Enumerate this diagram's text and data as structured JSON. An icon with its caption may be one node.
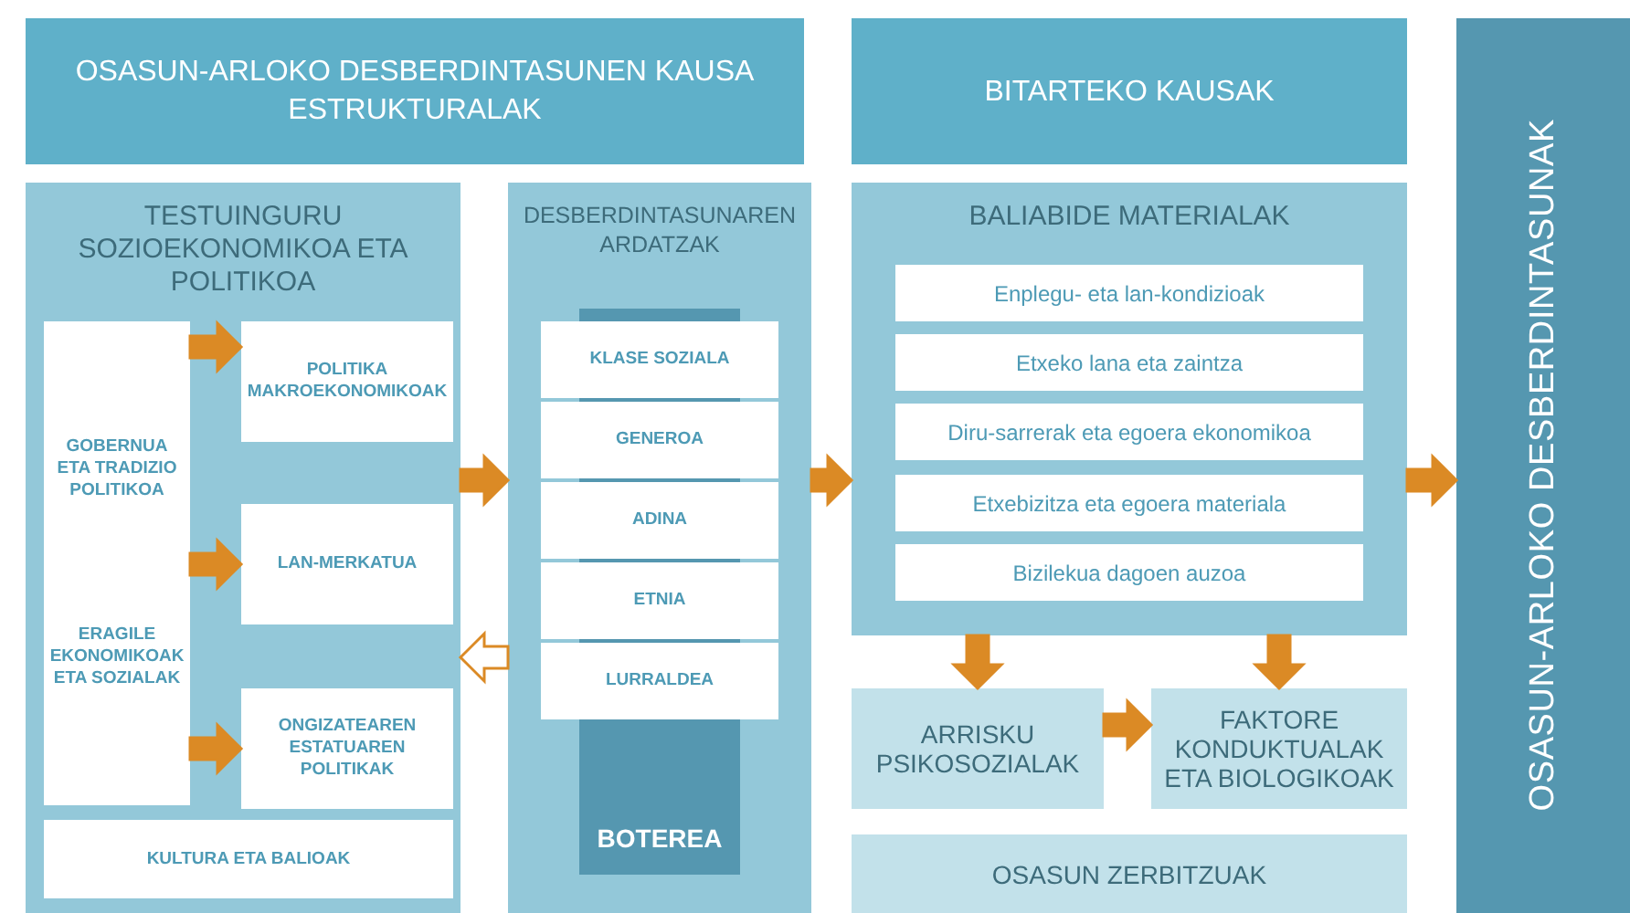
{
  "diagram": {
    "nodes": [
      {
        "text": [
          "OSASUN-ARLOKO DESBERDINTASUNEN KAUSA ESTRUKTURALAK"
        ]
      },
      {
        "text": [
          "BITARTEKO KAUSAK"
        ]
      },
      {
        "text": [
          "OSASUN-ARLOKO DESBERDINTASUNAK"
        ]
      },
      {
        "text": [
          "TESTUINGURU SOZIOEKONOMIKOA ETA POLITIKOA"
        ]
      },
      {
        "text": [
          "GOBERNUA ETA TRADIZIO POLITIKOA",
          "ERAGILE EKONOMIKOAK ETA SOZIALAK"
        ],
        "in": 3
      },
      {
        "text": [
          "POLITIKA MAKROEKONOMIKOAK"
        ],
        "in": 3
      },
      {
        "text": [
          "LAN-MERKATUA"
        ],
        "in": 3
      },
      {
        "text": [
          "ONGIZATEAREN ESTATUAREN POLITIKAK"
        ],
        "in": 3
      },
      {
        "text": [
          "KULTURA ETA BALIOAK"
        ],
        "in": 3
      },
      {
        "text": [
          "DESBERDINTASUNAREN ARDATZAK"
        ]
      },
      {
        "text": [
          "BOTEREA"
        ],
        "in": 9
      },
      {
        "text": [
          "KLASE SOZIALA"
        ],
        "in": 9
      },
      {
        "text": [
          "GENEROA"
        ],
        "in": 9
      },
      {
        "text": [
          "ADINA"
        ],
        "in": 9
      },
      {
        "text": [
          "ETNIA"
        ],
        "in": 9
      },
      {
        "text": [
          "LURRALDEA"
        ],
        "in": 9
      },
      {
        "text": [
          "BALIABIDE MATERIALAK"
        ]
      },
      {
        "text": [
          "Enplegu- eta lan-kondizioak"
        ],
        "in": 16
      },
      {
        "text": [
          "Etxeko lana eta zaintza"
        ],
        "in": 16
      },
      {
        "text": [
          "Diru-sarrerak eta egoera ekonomikoa"
        ],
        "in": 16
      },
      {
        "text": [
          "Etxebizitza eta egoera materiala"
        ],
        "in": 16
      },
      {
        "text": [
          "Bizilekua dagoen auzoa"
        ],
        "in": 16
      },
      {
        "text": [
          "ARRISKU PSIKOSOZIALAK"
        ]
      },
      {
        "text": [
          "FAKTORE KONDUKTUALAK ETA BIOLOGIKOAK"
        ]
      },
      {
        "text": [
          "OSASUN ZERBITZUAK"
        ]
      }
    ],
    "edges": [
      {
        "from": 4,
        "to": 5,
        "arrow": "to"
      },
      {
        "from": 4,
        "to": 6,
        "arrow": "to"
      },
      {
        "from": 4,
        "to": 7,
        "arrow": "to"
      },
      {
        "from": 3,
        "to": 9,
        "arrow": "to"
      },
      {
        "from": 9,
        "to": 3,
        "arrow": "to",
        "color": "#ffffff"
      },
      {
        "from": 9,
        "to": 16,
        "arrow": "to"
      },
      {
        "from": 16,
        "to": 2,
        "arrow": "to"
      },
      {
        "from": 16,
        "to": 22,
        "arrow": "to"
      },
      {
        "from": 16,
        "to": 23,
        "arrow": "to"
      },
      {
        "from": 22,
        "to": 23,
        "arrow": "to"
      }
    ]
  }
}
